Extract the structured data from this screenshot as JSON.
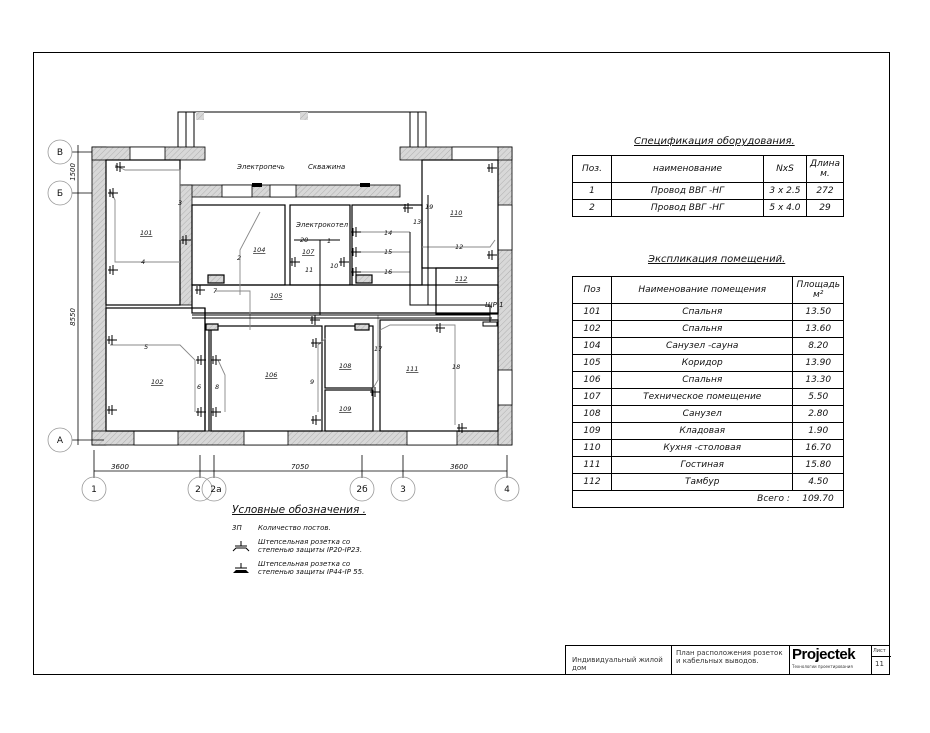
{
  "plan": {
    "axes_letters": [
      "В",
      "Б",
      "А"
    ],
    "axes_numbers": [
      "1",
      "2",
      "2а",
      "2б",
      "3",
      "4"
    ],
    "dims_horizontal": [
      "3600",
      "7050",
      "3600"
    ],
    "dims_vertical": [
      "1500",
      "8550"
    ],
    "rooms": [
      "101",
      "104",
      "105",
      "107",
      "110",
      "112",
      "102",
      "106",
      "108",
      "109",
      "111"
    ],
    "callouts": {
      "stove": "Электропечь",
      "well": "Скважина",
      "boiler": "Электрокотел",
      "panel": "ЩР 1"
    },
    "cables": [
      "1",
      "2",
      "3",
      "4",
      "5",
      "6",
      "7",
      "8",
      "9",
      "10",
      "11",
      "12",
      "13",
      "14",
      "15",
      "16",
      "17",
      "18",
      "19",
      "20"
    ]
  },
  "spec": {
    "title": "Спецификация оборудования.",
    "headers": [
      "Поз.",
      "наименование",
      "NxS",
      "Длина м."
    ],
    "rows": [
      [
        "1",
        "Провод ВВГ -НГ",
        "3 x 2.5",
        "272"
      ],
      [
        "2",
        "Провод ВВГ -НГ",
        "5 x 4.0",
        "29"
      ]
    ]
  },
  "rooms_table": {
    "title": "Экспликация помещений.",
    "headers": [
      "Поз",
      "Наименование помещения",
      "Площадь м²"
    ],
    "rows": [
      [
        "101",
        "Спальня",
        "13.50"
      ],
      [
        "102",
        "Спальня",
        "13.60"
      ],
      [
        "104",
        "Санузел -сауна",
        "8.20"
      ],
      [
        "105",
        "Коридор",
        "13.90"
      ],
      [
        "106",
        "Спальня",
        "13.30"
      ],
      [
        "107",
        "Техническое помещение",
        "5.50"
      ],
      [
        "108",
        "Санузел",
        "2.80"
      ],
      [
        "109",
        "Кладовая",
        "1.90"
      ],
      [
        "110",
        "Кухня -столовая",
        "16.70"
      ],
      [
        "111",
        "Гостиная",
        "15.80"
      ],
      [
        "112",
        "Тамбур",
        "4.50"
      ]
    ],
    "total_label": "Всего :",
    "total_value": "109.70"
  },
  "legend": {
    "title": "Условные обозначения .",
    "items": [
      {
        "symbol": "3П",
        "text": "Количество постов."
      },
      {
        "symbol": "socket-ip20",
        "text": "Штепсельная розетка со степенью защиты IP20-IP23."
      },
      {
        "symbol": "socket-ip44",
        "text": "Штепсельная розетка со степенью защиты IP44-IP 55."
      }
    ]
  },
  "title_block": {
    "project": "Индивидуальный жилой дом",
    "sheet_title": "План расположения розеток и кабельных выводов.",
    "logo": "Projectek",
    "logo_sub": "Технологии проектирования",
    "sheet_label": "Лист",
    "sheet_number": "11"
  }
}
